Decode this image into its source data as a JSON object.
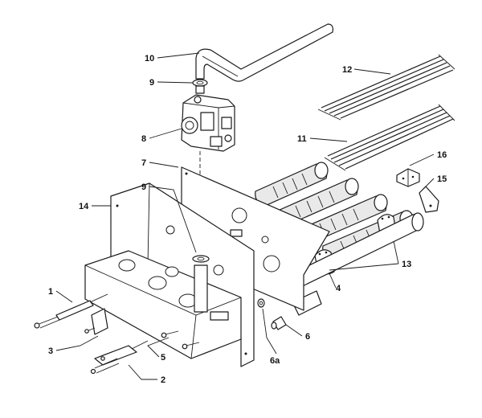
{
  "callouts": {
    "c1": "1",
    "c2": "2",
    "c3": "3",
    "c4": "4",
    "c5": "5",
    "c6": "6",
    "c6a": "6a",
    "c7": "7",
    "c8": "8",
    "c9_top": "9",
    "c9_mid": "9",
    "c10": "10",
    "c11": "11",
    "c12": "12",
    "c13": "13",
    "c14": "14",
    "c15": "15",
    "c16": "16"
  }
}
